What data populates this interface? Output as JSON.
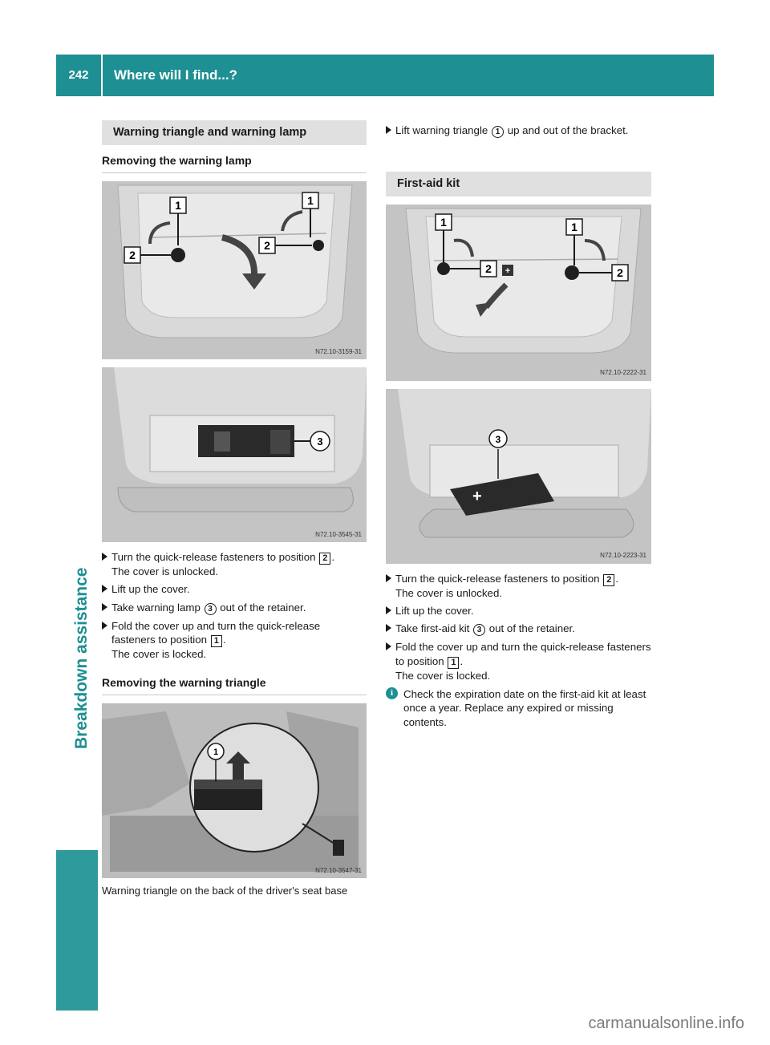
{
  "header": {
    "page_number": "242",
    "title": "Where will I find...?"
  },
  "side_label": "Breakdown assistance",
  "left": {
    "section_title": "Warning triangle and warning lamp",
    "sub1": "Removing the warning lamp",
    "fig1_code": "N72.10-3159-31",
    "fig2_code": "N72.10-3545-31",
    "steps1": [
      {
        "text_before": "Turn the quick-release fasteners to position ",
        "badge": "2",
        "text_after": ".",
        "result": "The cover is unlocked."
      },
      {
        "text_before": "Lift up the cover.",
        "badge": "",
        "text_after": "",
        "result": ""
      },
      {
        "text_before": "Take warning lamp ",
        "badge": "3",
        "text_after": " out of the retainer.",
        "result": ""
      },
      {
        "text_before": "Fold the cover up and turn the quick-release fasteners to position ",
        "badge": "1",
        "text_after": ".",
        "result": "The cover is locked."
      }
    ],
    "sub2": "Removing the warning triangle",
    "fig3_code": "N72.10-3547-31",
    "caption": "Warning triangle on the back of the driver's seat base"
  },
  "right": {
    "step_top": {
      "text_before": "Lift warning triangle ",
      "badge": "1",
      "text_after": " up and out of the bracket."
    },
    "section_title": "First-aid kit",
    "fig4_code": "N72.10-2222-31",
    "fig5_code": "N72.10-2223-31",
    "steps": [
      {
        "text_before": "Turn the quick-release fasteners to position ",
        "badge": "2",
        "text_after": ".",
        "result": "The cover is unlocked."
      },
      {
        "text_before": "Lift up the cover.",
        "badge": "",
        "text_after": "",
        "result": ""
      },
      {
        "text_before": "Take first-aid kit ",
        "badge": "3",
        "text_after": " out of the retainer.",
        "result": ""
      },
      {
        "text_before": "Fold the cover up and turn the quick-release fasteners to position ",
        "badge": "1",
        "text_after": ".",
        "result": "The cover is locked."
      }
    ],
    "info": "Check the expiration date on the first-aid kit at least once a year. Replace any expired or missing contents."
  },
  "callouts": {
    "one": "1",
    "two": "2",
    "three": "3"
  },
  "watermark": "carmanualsonline.info",
  "colors": {
    "accent": "#1e8f92",
    "section_bg": "#e0e0e0",
    "figure_bg": "#c7c7c7"
  }
}
